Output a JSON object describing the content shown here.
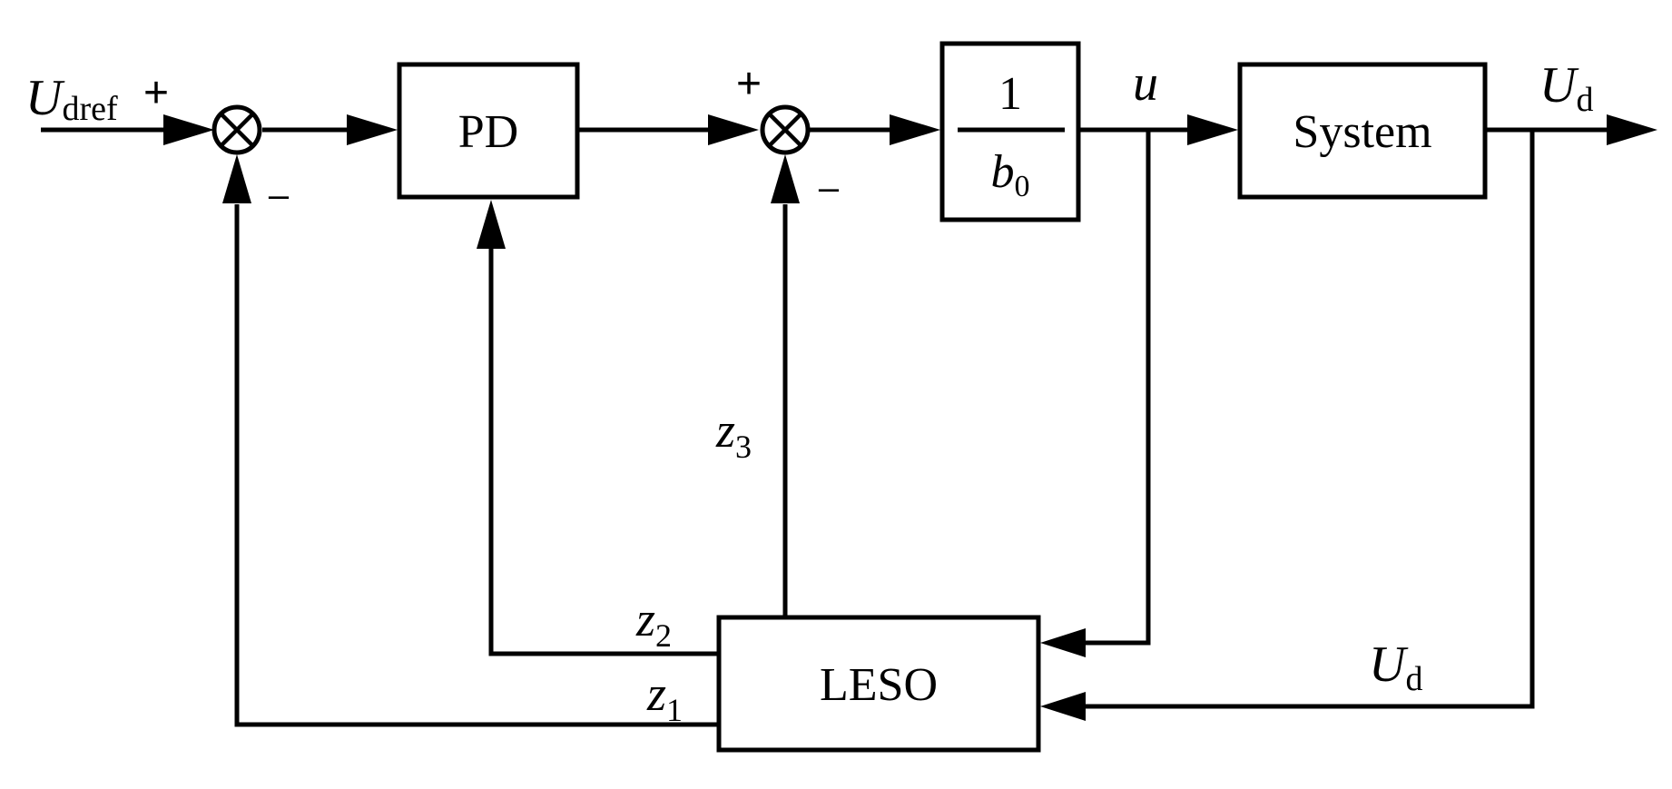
{
  "blocks": {
    "pd": "PD",
    "gain_num": "1",
    "gain_den_var": "b",
    "gain_den_sub": "0",
    "system": "System",
    "leso": "LESO"
  },
  "signals": {
    "ref_main": "U",
    "ref_sub": "dref",
    "u": "u",
    "out_main": "U",
    "out_sub": "d",
    "fb_main": "U",
    "fb_sub": "d",
    "z1_main": "z",
    "z1_sub": "1",
    "z2_main": "z",
    "z2_sub": "2",
    "z3_main": "z",
    "z3_sub": "3"
  },
  "signs": {
    "sum1_plus": "+",
    "sum1_minus": "–",
    "sum2_plus": "+",
    "sum2_minus": "–"
  }
}
